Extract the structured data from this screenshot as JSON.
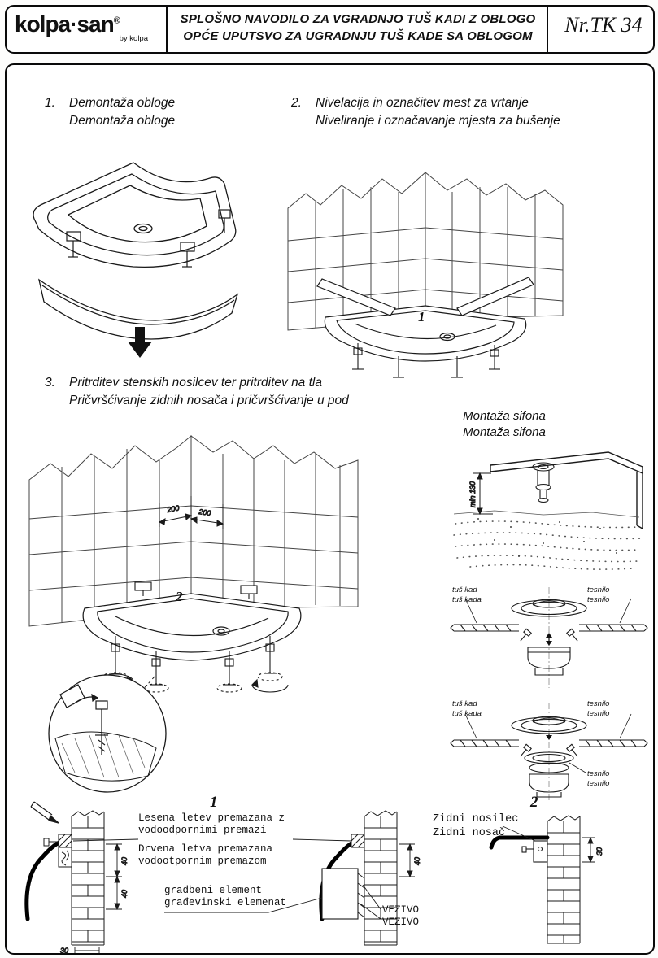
{
  "header": {
    "logo": {
      "brand": "kolpa·san",
      "reg": "®",
      "byline": "by kolpa"
    },
    "title_line1": "SPLOŠNO NAVODILO ZA VGRADNJO TUŠ KADI Z OBLOGO",
    "title_line2": "OPĆE UPUTSVO ZA UGRADNJU TUŠ KADE SA OBLOGOM",
    "doc_number": "Nr.TK 34"
  },
  "steps": {
    "s1": {
      "num": "1.",
      "sl": "Demontaža obloge",
      "hr": "Demontaža obloge"
    },
    "s2": {
      "num": "2.",
      "sl": "Nivelacija in označitev mest za vrtanje",
      "hr": "Niveliranje i označavanje mjesta za bušenje"
    },
    "s3": {
      "num": "3.",
      "sl": "Pritrditev stenskih nosilcev ter pritrditev na tla",
      "hr": "Pričvršćivanje zidnih nosača i pričvršćivanje u pod"
    }
  },
  "siphon": {
    "title_sl": "Montaža sifona",
    "title_hr": "Montaža sifona"
  },
  "labels": {
    "tus_kad": "tuš kad",
    "tus_kada": "tuš kada",
    "tesnilo": "tesnilo"
  },
  "dims": {
    "d200": "200",
    "d40": "40",
    "d30": "30",
    "min130": "min 130"
  },
  "fig_labels": {
    "tray1": "1",
    "tray2": "2",
    "detail1": "1",
    "detail2": "2"
  },
  "bottom": {
    "batten_sl1": "Lesena letev premazana z",
    "batten_sl2": "vodoodpornimi premazi",
    "batten_hr1": "Drvena letva premazana",
    "batten_hr2": "vodootpornim premazom",
    "element_sl": "gradbeni element",
    "element_hr": "građevinski elemenat",
    "vezivo": "VEZIVO",
    "bracket_sl": "Zidni nosilec",
    "bracket_hr": "Zidni nosač"
  }
}
